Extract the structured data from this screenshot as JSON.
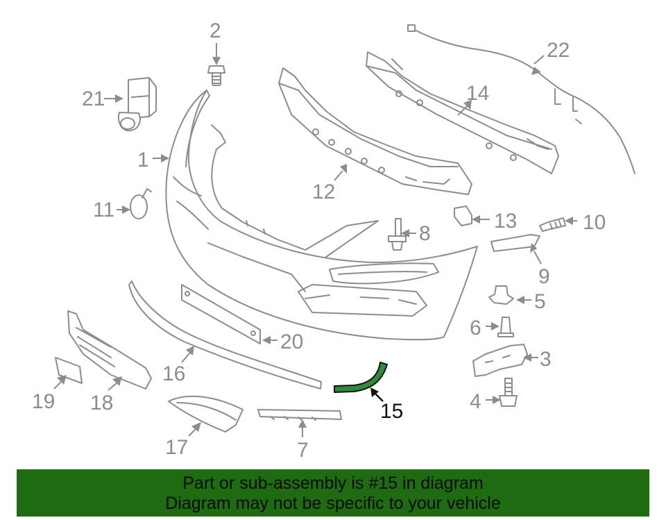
{
  "diagram": {
    "callouts": [
      "1",
      "2",
      "3",
      "4",
      "5",
      "6",
      "7",
      "8",
      "9",
      "10",
      "11",
      "12",
      "13",
      "14",
      "15",
      "16",
      "17",
      "18",
      "19",
      "20",
      "21",
      "22"
    ],
    "highlighted_part": "15",
    "colors": {
      "highlight": "#2e8b3a",
      "line": "#8c8c8c",
      "banner": "#1e6b12"
    }
  },
  "banner": {
    "line1": "Part or sub-assembly is #15 in diagram",
    "line2": "Diagram may not be specific to your vehicle"
  }
}
